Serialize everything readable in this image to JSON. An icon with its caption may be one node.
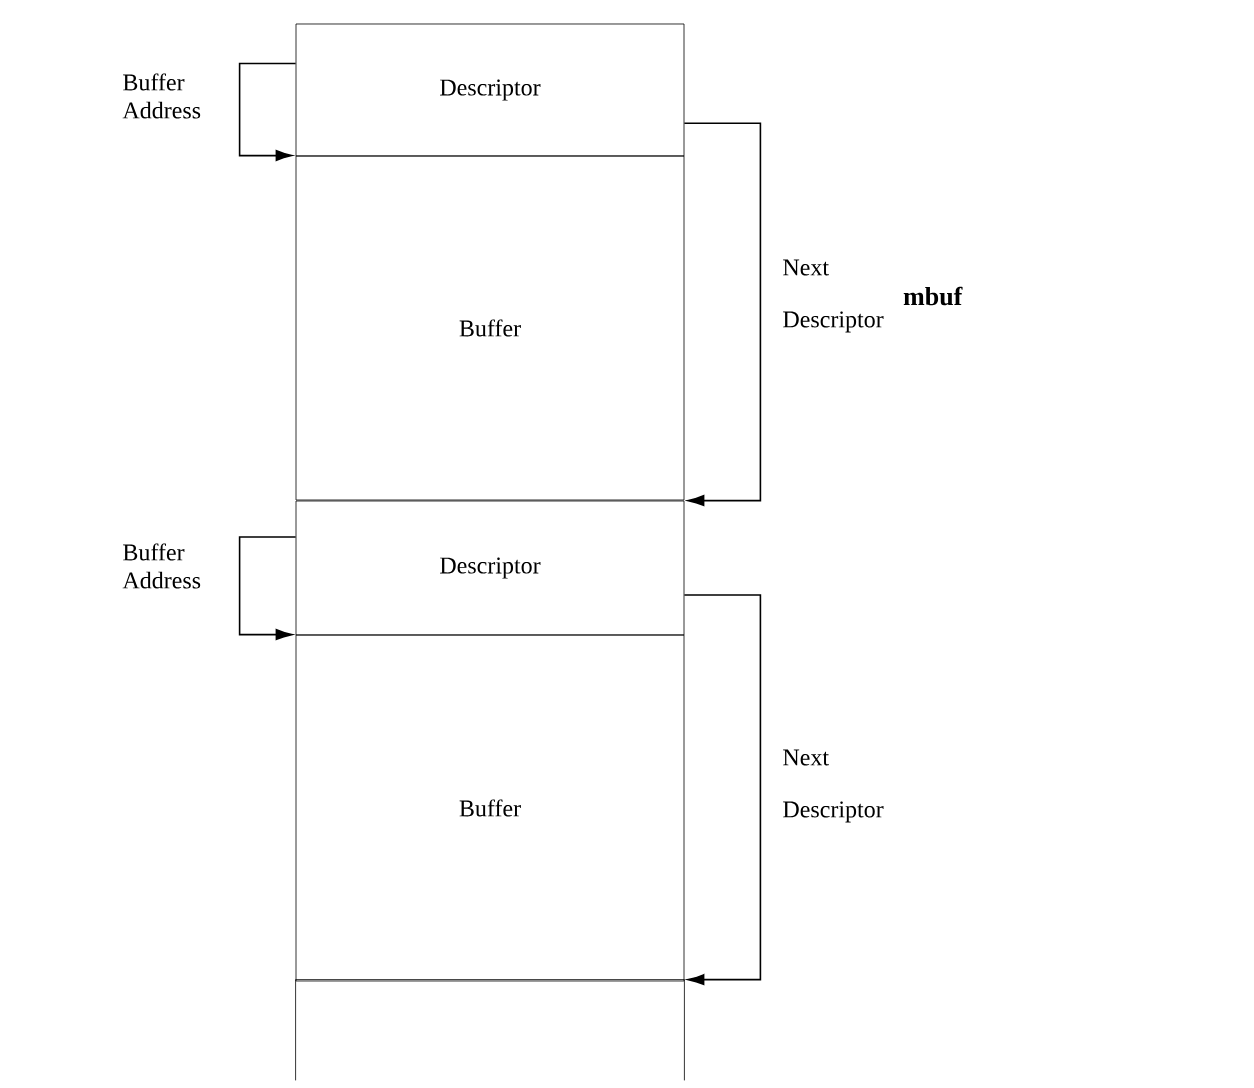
{
  "diagram": {
    "nodes": [
      {
        "text": [
          "Descriptor"
        ]
      },
      {
        "text": [
          "Buffer"
        ]
      },
      {
        "text": [
          "Descriptor"
        ]
      },
      {
        "text": [
          "Buffer"
        ]
      },
      {
        "text": [],
        "shape": "box"
      }
    ],
    "edges": [
      {
        "from": 0,
        "to": 1,
        "arrow": "to",
        "label": "Buffer Address"
      },
      {
        "from": 0,
        "to": 2,
        "arrow": "to",
        "label": "Next Descriptor"
      },
      {
        "from": 2,
        "to": 3,
        "arrow": "to",
        "label": "Buffer Address"
      },
      {
        "from": 2,
        "to": 4,
        "arrow": "to",
        "label": "Next Descriptor"
      }
    ],
    "labels": [
      "mbuf"
    ]
  }
}
